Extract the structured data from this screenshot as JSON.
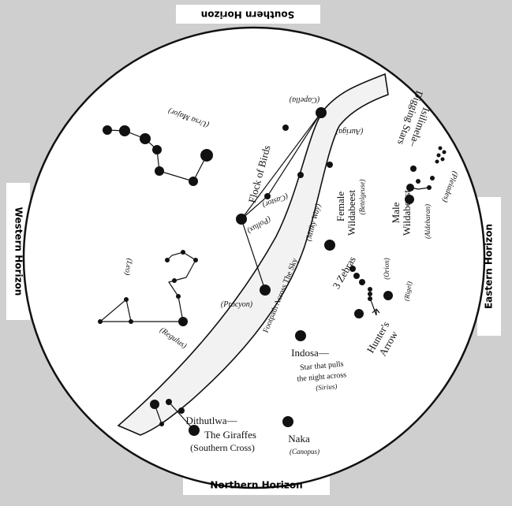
{
  "horizons": {
    "southern": "Southern Horizon",
    "northern": "Northern Horizon",
    "western": "Western Horizon",
    "eastern": "Eastern Horizon"
  },
  "labels": {
    "ursa_major": "(Ursa Major)",
    "capella": "(Capella)",
    "auriga": "(Auriga)",
    "flock_of_birds": "Flock of Birds",
    "castor": "(Castor)",
    "pollux": "(Pollux)",
    "milky_way": "(Milky Way)",
    "footpath": "Footpath Across The Sky",
    "leo": "(Leo)",
    "regulus": "(Regulus)",
    "procyon": "(Procyon)",
    "female_1": "Female",
    "female_2": "Wildabeest",
    "betelgeuse": "(Betelgeuse)",
    "male_1": "Male",
    "male_2": "Wildabeest",
    "aldebaran": "(Aldebaran)",
    "pleiades": "(Pleiades)",
    "isilimela_1": "Isilimela–",
    "isilimela_2": "Digging Stars",
    "three_zebras": "3 Zebras",
    "orion": "(Orion)",
    "rigel": "(Rigel)",
    "indosa": "Indosa—",
    "indosa_2": "Star that pulls",
    "indosa_3": "the night across",
    "sirius": "(Sirius)",
    "hunters_1": "Hunter's",
    "hunters_2": "Arrow",
    "dithutlwa": "Dithutlwa—",
    "giraffes": "The Giraffes",
    "southern_cross": "(Southern Cross)",
    "naka": "Naka",
    "canopus": "(Canopus)"
  },
  "colors": {
    "background": "#cfcfcf",
    "disc": "#ffffff",
    "ink": "#111111",
    "milky_way": "#f2f2f2"
  }
}
